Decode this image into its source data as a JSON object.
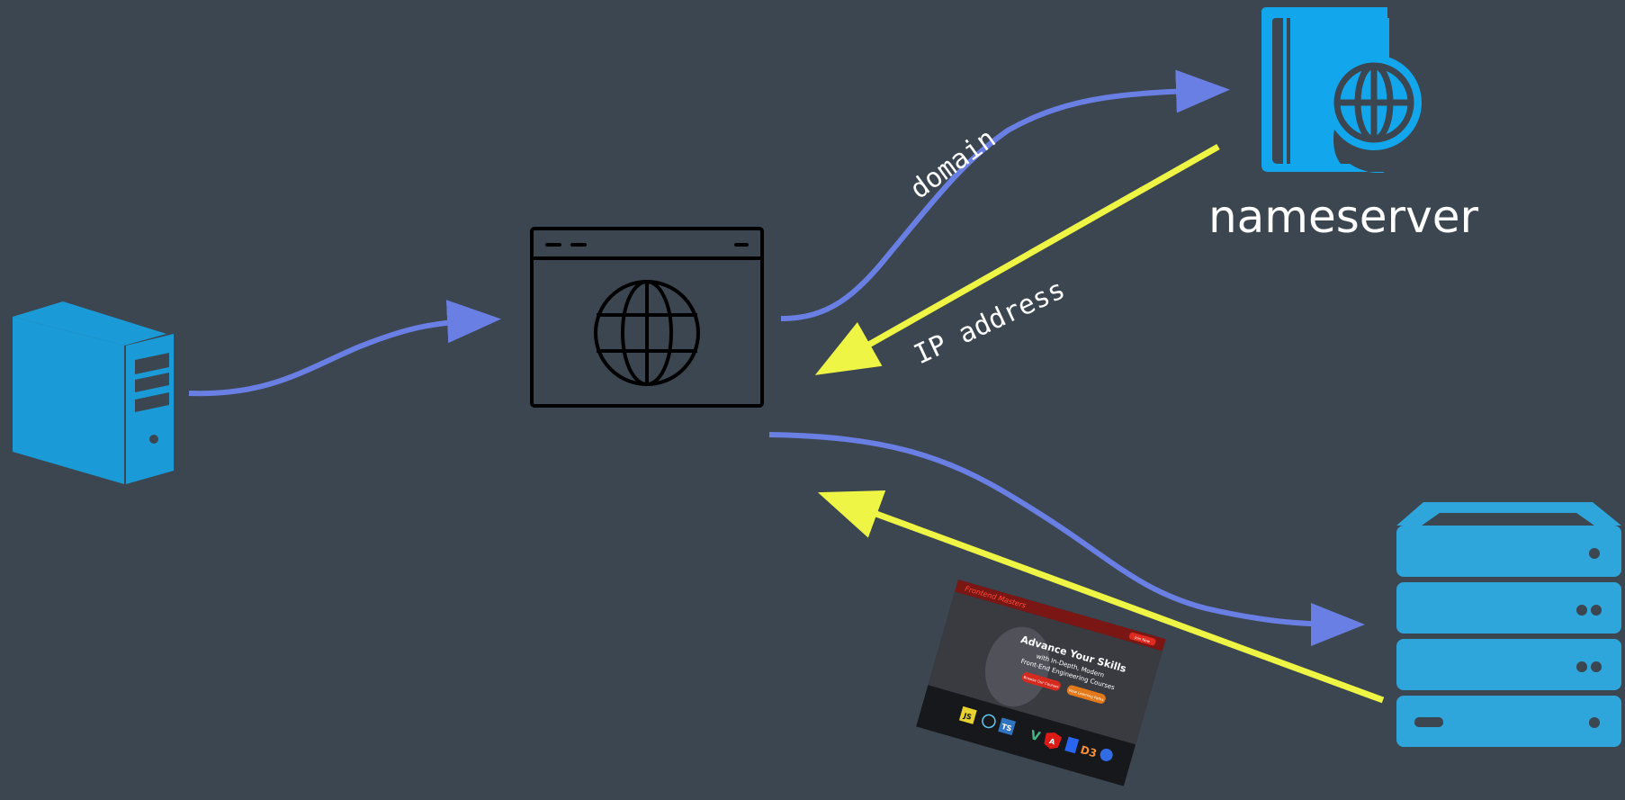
{
  "colors": {
    "background": "#3b4650",
    "request_arrow": "#6a7fe3",
    "response_arrow": "#eef544",
    "icon_blue": "#1a9bd8",
    "nameserver_blue": "#12a7ec",
    "server_blue": "#2ea6dc",
    "browser_stroke": "#000000",
    "label_white": "#ffffff"
  },
  "nodes": {
    "computer": {
      "icon": "desktop-tower-icon"
    },
    "browser": {
      "icon": "browser-globe-icon"
    },
    "nameserver": {
      "icon": "book-globe-icon",
      "label": "nameserver"
    },
    "web_server": {
      "icon": "server-rack-icon"
    }
  },
  "edges": {
    "domain_label": "domain",
    "ip_label": "IP address"
  },
  "website_thumbnail": {
    "brand": "Frontend Masters",
    "headline_1": "Advance Your Skills",
    "headline_2": "with In-Depth, Modern",
    "headline_3": "Front-End Engineering Courses",
    "cta_primary": "Browse Our Courses",
    "cta_secondary": "View Learning Paths",
    "nav_button": "Join Now",
    "tech_logos": [
      "JS",
      "TS",
      "V",
      "A",
      "D3"
    ]
  }
}
